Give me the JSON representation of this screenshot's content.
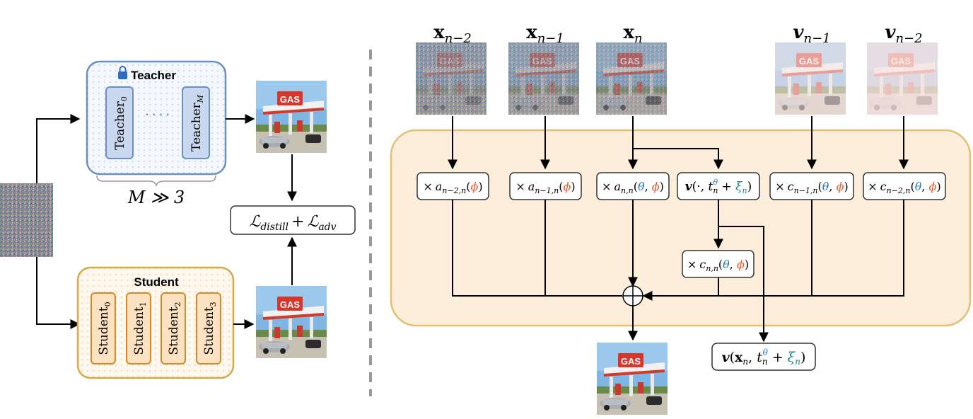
{
  "teacher": {
    "title": "Teacher",
    "first": "Teacher",
    "first_sub": "0",
    "last": "Teacher",
    "last_sub": "M",
    "ellipsis": "· · · ·",
    "count_label": "M ≫ 3",
    "lock_icon": "lock-icon"
  },
  "student": {
    "title": "Student",
    "units": [
      {
        "name": "Student",
        "sub": "0"
      },
      {
        "name": "Student",
        "sub": "1"
      },
      {
        "name": "Student",
        "sub": "2"
      },
      {
        "name": "Student",
        "sub": "3"
      }
    ]
  },
  "loss": {
    "l1": "ℒ",
    "s1": "distill",
    "plus": "+",
    "l2": "ℒ",
    "s2": "adv"
  },
  "image_caption": "GAS",
  "inputs": [
    {
      "label": "x",
      "sub": "n−2"
    },
    {
      "label": "x",
      "sub": "n−1"
    },
    {
      "label": "x",
      "sub": "n"
    },
    {
      "label": "v",
      "sub": "n−1"
    },
    {
      "label": "v",
      "sub": "n−2"
    }
  ],
  "coefs": [
    {
      "times": "×",
      "sym": "a",
      "sub": "n−2,n",
      "open": "(",
      "p1": "ϕ",
      "sep": "",
      "p2": "",
      "close": ")"
    },
    {
      "times": "×",
      "sym": "a",
      "sub": "n−1,n",
      "open": "(",
      "p1": "ϕ",
      "sep": "",
      "p2": "",
      "close": ")"
    },
    {
      "times": "×",
      "sym": "a",
      "sub": "n,n",
      "open": "(",
      "p1": "θ",
      "sep": ", ",
      "p2": "ϕ",
      "close": ")"
    },
    {
      "times": "×",
      "sym": "c",
      "sub": "n−1,n",
      "open": "(",
      "p1": "θ",
      "sep": ", ",
      "p2": "ϕ",
      "close": ")"
    },
    {
      "times": "×",
      "sym": "c",
      "sub": "n−2,n",
      "open": "(",
      "p1": "θ",
      "sep": ", ",
      "p2": "ϕ",
      "close": ")"
    },
    {
      "times": "×",
      "sym": "c",
      "sub": "n,n",
      "open": "(",
      "p1": "θ",
      "sep": ", ",
      "p2": "ϕ",
      "close": ")"
    }
  ],
  "velocity_box": {
    "v": "v",
    "open": "(·, ",
    "t": "t",
    "t_sub": "n",
    "t_sup": "θ",
    "plus": " + ",
    "xi": "ξ",
    "xi_sub": "n",
    "close": ")"
  },
  "output_velocity": {
    "v": "v",
    "open": "(",
    "x": "x",
    "x_sub": "n",
    "comma": ", ",
    "t": "t",
    "t_sub": "n",
    "t_sup": "θ",
    "plus": " + ",
    "xi": "ξ",
    "xi_sub": "n",
    "close": ")"
  },
  "colors": {
    "teacher_border": "#6a8fc4",
    "teacher_fill": "#eef3fb",
    "student_border": "#d4a94a",
    "student_fill": "#fdf3e3",
    "student_unit_fill": "#fde2c2",
    "student_unit_border": "#d08a2a",
    "orange_panel": "#fdeedb",
    "orange_panel_border": "#e2c071",
    "theta": "#2a78b8",
    "phi": "#e0623a",
    "xi": "#1f8a8a"
  }
}
